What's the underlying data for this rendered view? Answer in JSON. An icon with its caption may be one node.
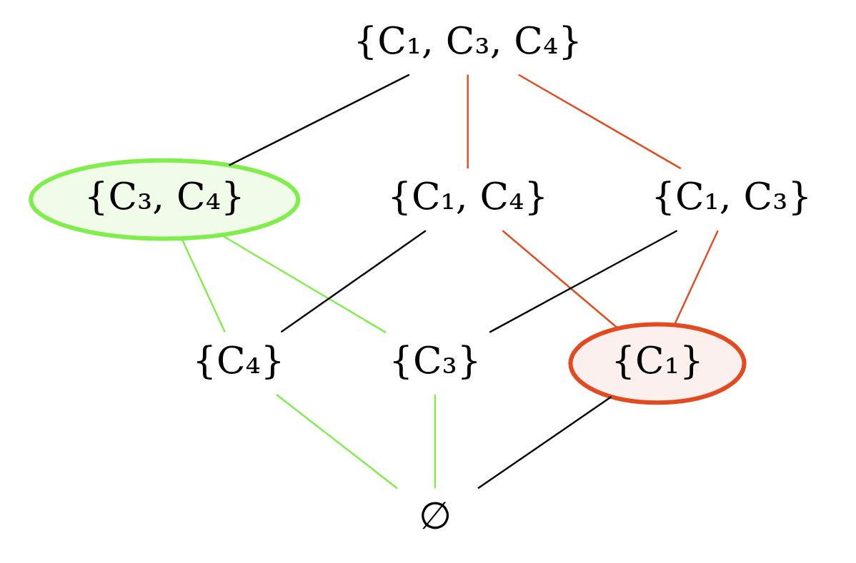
{
  "diagram": {
    "nodes": [
      {
        "text": [
          "{C₁, C₃, C₄}"
        ]
      },
      {
        "text": [
          "{C₃, C₄}"
        ]
      },
      {
        "text": [
          "{C₁, C₄}"
        ]
      },
      {
        "text": [
          "{C₁, C₃}"
        ]
      },
      {
        "text": [
          "{C₄}"
        ]
      },
      {
        "text": [
          "{C₃}"
        ]
      },
      {
        "text": [
          "{C₁}"
        ]
      },
      {
        "text": [
          "∅"
        ]
      }
    ],
    "edges": [
      {
        "from": 0,
        "to": 1,
        "arrow": "none"
      },
      {
        "from": 0,
        "to": 2,
        "arrow": "none",
        "color": "#e34a1f"
      },
      {
        "from": 0,
        "to": 3,
        "arrow": "none",
        "color": "#e34a1f"
      },
      {
        "from": 1,
        "to": 4,
        "arrow": "none",
        "color": "#80ee4a"
      },
      {
        "from": 1,
        "to": 5,
        "arrow": "none",
        "color": "#80ee4a"
      },
      {
        "from": 2,
        "to": 4,
        "arrow": "none"
      },
      {
        "from": 2,
        "to": 6,
        "arrow": "none",
        "color": "#e34a1f"
      },
      {
        "from": 3,
        "to": 5,
        "arrow": "none"
      },
      {
        "from": 3,
        "to": 6,
        "arrow": "none",
        "color": "#e34a1f"
      },
      {
        "from": 4,
        "to": 7,
        "arrow": "none",
        "color": "#80ee4a"
      },
      {
        "from": 5,
        "to": 7,
        "arrow": "none",
        "color": "#80ee4a"
      },
      {
        "from": 6,
        "to": 7,
        "arrow": "none"
      }
    ]
  }
}
